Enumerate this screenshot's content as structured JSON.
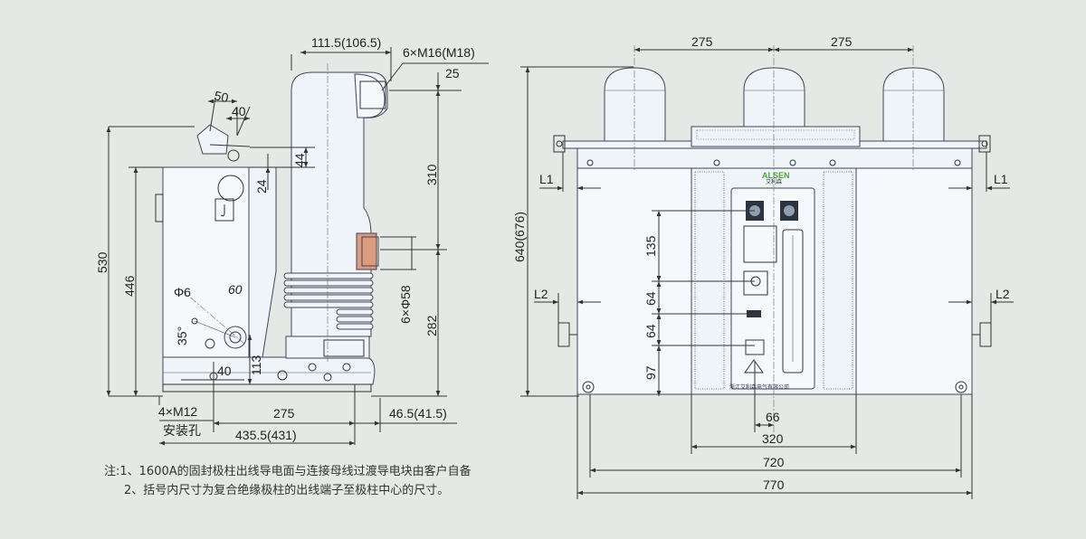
{
  "side_view": {
    "dims": {
      "top_width": "111.5(106.5)",
      "bolt_spec": "6×M16(M18)",
      "top_offset": "25",
      "d50": "50",
      "d40_top": "40",
      "d44": "44",
      "d24": "24",
      "d310": "310",
      "d530": "530",
      "d446": "446",
      "phi6": "Φ6",
      "d60": "60",
      "angle35": "35°",
      "d6xphi58": "6×Φ58",
      "d282": "282",
      "d40_bottom": "40",
      "d113": "113",
      "d275": "275",
      "d46_5": "46.5(41.5)",
      "mount_bolt": "4×M12",
      "mount_hole": "安装孔",
      "d435_5": "435.5(431)"
    }
  },
  "front_view": {
    "dims": {
      "pitch_left": "275",
      "pitch_right": "275",
      "height": "640(676)",
      "l1_left": "L1",
      "l1_right": "L1",
      "l2_left": "L2",
      "l2_right": "L2",
      "d135": "135",
      "d64a": "64",
      "d64b": "64",
      "d97": "97",
      "d66": "66",
      "d320": "320",
      "d720": "720",
      "d770": "770"
    },
    "brand": "ALSEN",
    "brand_sub": "艾利森",
    "maker": "浙江艾利森电气有限公司"
  },
  "notes": [
    "注:1、1600A的固封极柱出线导电面与连接母线过渡导电块由客户自备",
    "2、括号内尺寸为复合绝缘极柱的出线端子至极柱中心的尺寸。"
  ]
}
